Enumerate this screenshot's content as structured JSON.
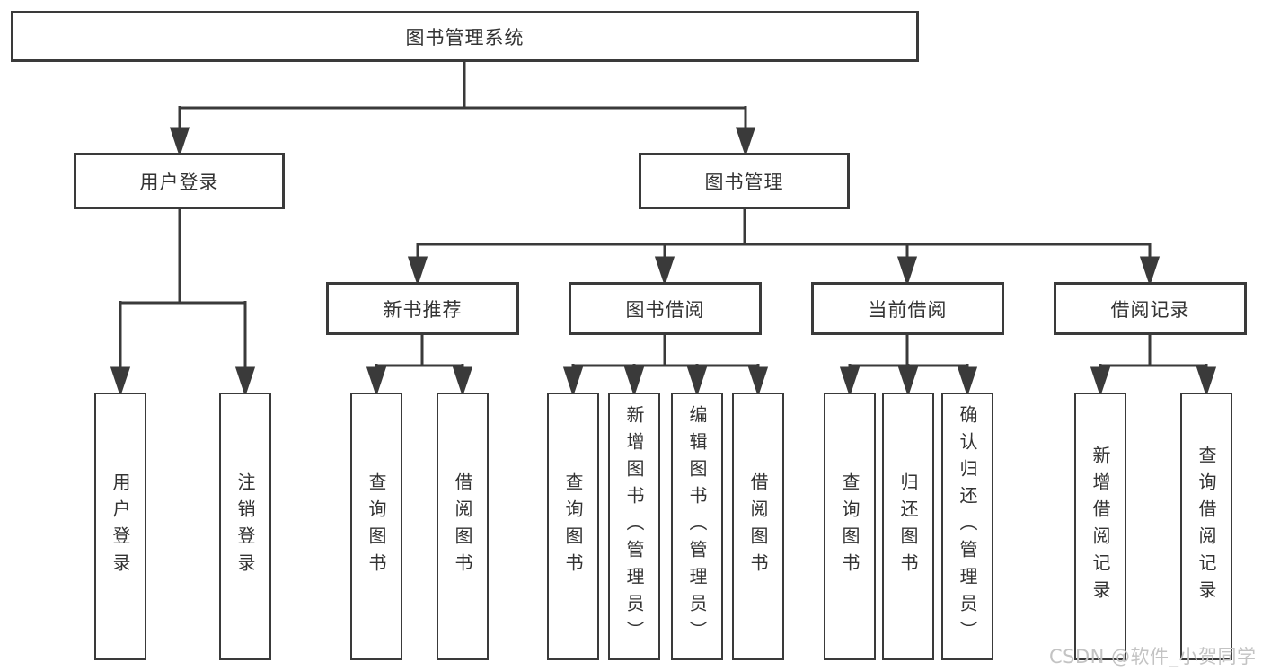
{
  "diagram": {
    "root": {
      "label": "图书管理系统"
    },
    "user_login": {
      "label": "用户登录",
      "children": [
        {
          "label": "用户登录"
        },
        {
          "label": "注销登录"
        }
      ]
    },
    "book_management": {
      "label": "图书管理",
      "sections": [
        {
          "label": "新书推荐",
          "children": [
            {
              "label": "查询图书"
            },
            {
              "label": "借阅图书"
            }
          ]
        },
        {
          "label": "图书借阅",
          "children": [
            {
              "label": "查询图书"
            },
            {
              "label": "新增图书（管理员）"
            },
            {
              "label": "编辑图书（管理员）"
            },
            {
              "label": "借阅图书"
            }
          ]
        },
        {
          "label": "当前借阅",
          "children": [
            {
              "label": "查询图书"
            },
            {
              "label": "归还图书"
            },
            {
              "label": "确认归还（管理员）"
            }
          ]
        },
        {
          "label": "借阅记录",
          "children": [
            {
              "label": "新增借阅记录"
            },
            {
              "label": "查询借阅记录"
            }
          ]
        }
      ]
    }
  },
  "watermark": {
    "text": "CSDN @软件_小贺同学"
  },
  "colors": {
    "line": "#3a3a3a",
    "text": "#333333",
    "watermark": "#c3c3c3",
    "background": "#ffffff"
  }
}
